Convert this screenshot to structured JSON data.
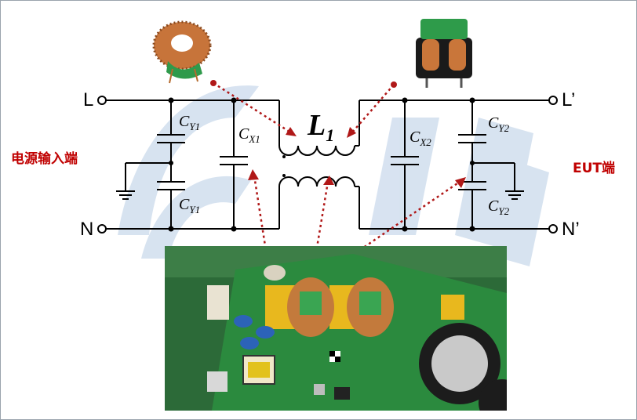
{
  "labels": {
    "input_end": "电源输入端",
    "eut_end": "EUT端",
    "terminal_L": "L",
    "terminal_N": "N",
    "terminal_L_out": "L’",
    "terminal_N_out": "N’",
    "inductor_main": "L",
    "inductor_sub": "1"
  },
  "capacitors": [
    {
      "main": "C",
      "sub": "Y1"
    },
    {
      "main": "C",
      "sub": "Y1"
    },
    {
      "main": "C",
      "sub": "X1"
    },
    {
      "main": "C",
      "sub": "X2"
    },
    {
      "main": "C",
      "sub": "Y2"
    },
    {
      "main": "C",
      "sub": "Y2"
    }
  ],
  "colors": {
    "accent": "#c00000",
    "watermark": "#8fb0d6",
    "wire": "#000000",
    "pcb": "#2f6b3a"
  }
}
